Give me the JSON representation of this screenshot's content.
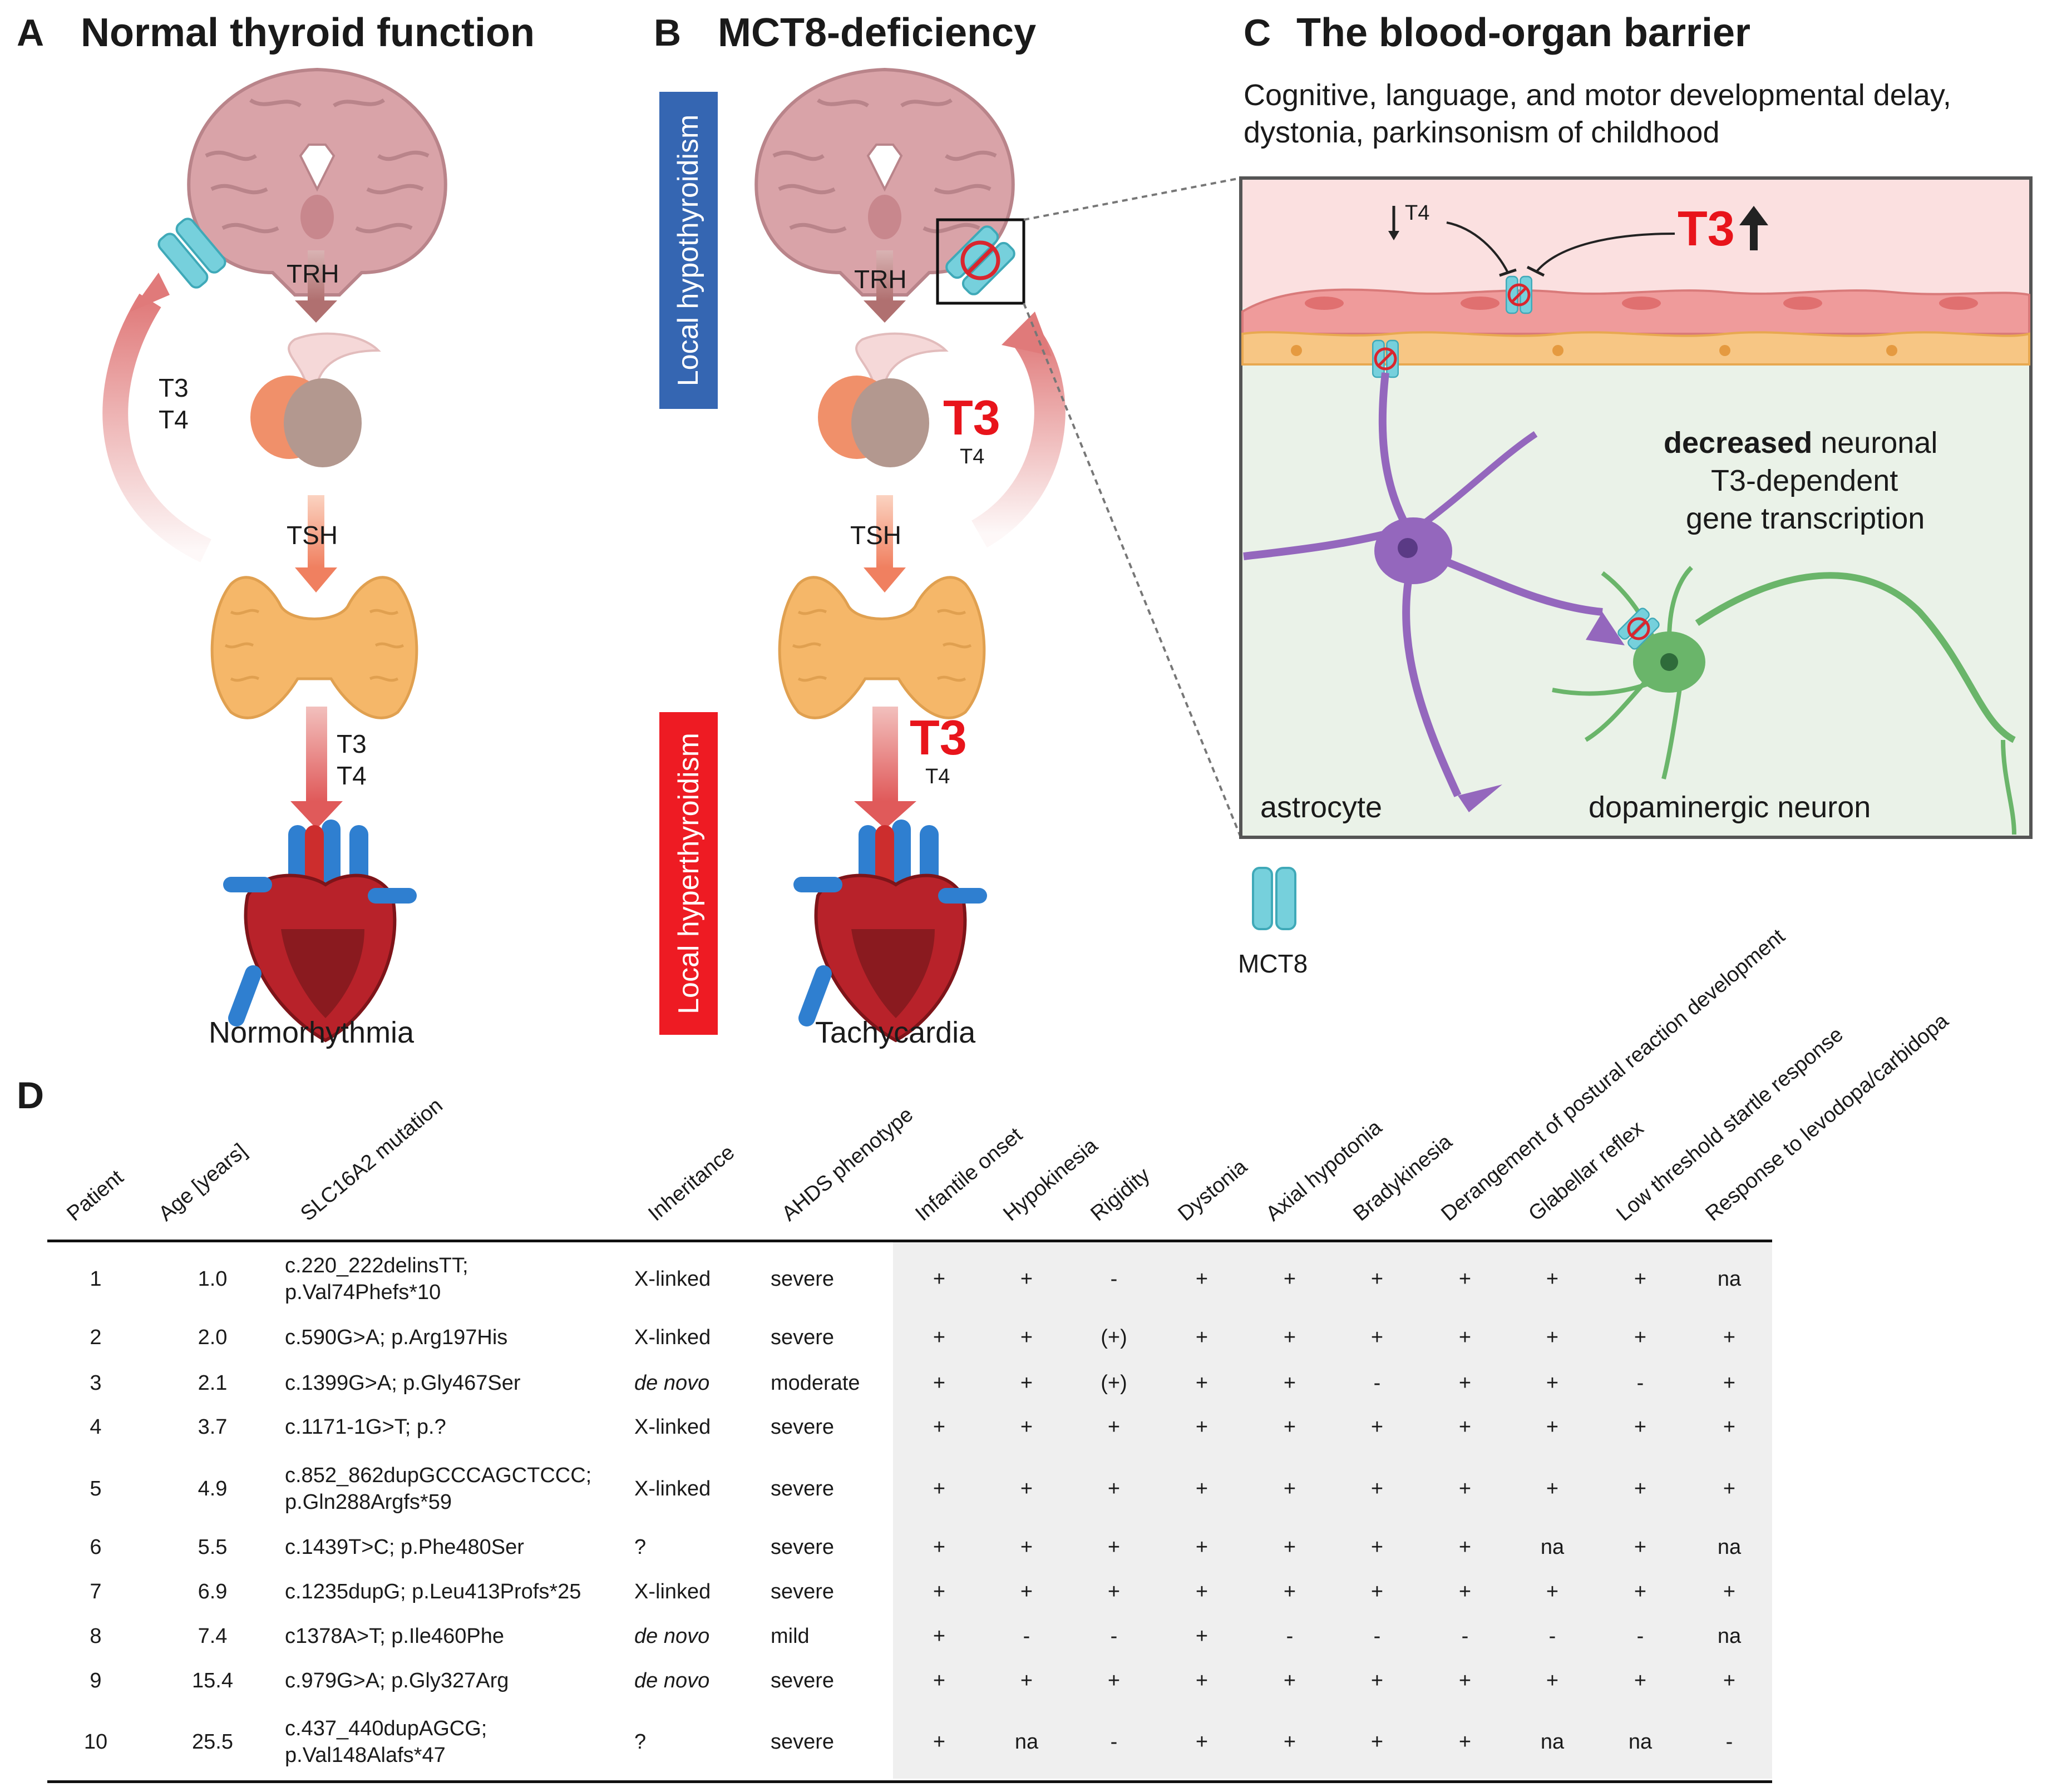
{
  "panels": {
    "a": {
      "letter": "A",
      "title": "Normal thyroid function",
      "trh": "TRH",
      "tsh": "TSH",
      "loop_t3": "T3",
      "loop_t4": "T4",
      "down_t3": "T3",
      "down_t4": "T4",
      "outcome": "Normorhythmia"
    },
    "b": {
      "letter": "B",
      "title": "MCT8-deficiency",
      "trh": "TRH",
      "tsh": "TSH",
      "loop_t3": "T3",
      "loop_t4": "T4",
      "down_t3": "T3",
      "down_t4": "T4",
      "outcome": "Tachycardia",
      "box_top": "Local hypothyroidism",
      "box_bottom": "Local hyperthyroidism",
      "box_top_color": "#3566b2",
      "box_bottom_color": "#ee1b23"
    },
    "c": {
      "letter": "C",
      "title": "The blood-organ barrier",
      "subtitle_line1": "Cognitive, language, and motor developmental delay,",
      "subtitle_line2": "dystonia, parkinsonism of childhood",
      "t4": "T4",
      "t3": "T3",
      "text_bold": "decreased",
      "text_line1_rest": " neuronal",
      "text_line2": "T3-dependent",
      "text_line3": "gene transcription",
      "astrocyte": "astrocyte",
      "neuron": "dopaminergic neuron",
      "legend": "MCT8"
    }
  },
  "table": {
    "letter": "D",
    "headers": [
      "Patient",
      "Age [years]",
      "SLC16A2 mutation",
      "Inheritance",
      "AHDS phenotype",
      "Infantile onset",
      "Hypokinesia",
      "Rigidity",
      "Dystonia",
      "Axial hypotonia",
      "Bradykinesia",
      "Derangement of postural reaction development",
      "Glabellar reflex",
      "Low threshold startle response",
      "Response to levodopa/carbidopa"
    ],
    "rows": [
      {
        "patient": "1",
        "age": "1.0",
        "mutation": [
          "c.220_222delinsTT;",
          "p.Val74Phefs*10"
        ],
        "inheritance": "X-linked",
        "italic": false,
        "phenotype": "severe",
        "signs": [
          "+",
          "+",
          "-",
          "+",
          "+",
          "+",
          "+",
          "+",
          "+",
          "na"
        ]
      },
      {
        "patient": "2",
        "age": "2.0",
        "mutation": [
          "c.590G>A; p.Arg197His"
        ],
        "inheritance": "X-linked",
        "italic": false,
        "phenotype": "severe",
        "signs": [
          "+",
          "+",
          "(+)",
          "+",
          "+",
          "+",
          "+",
          "+",
          "+",
          "+"
        ]
      },
      {
        "patient": "3",
        "age": "2.1",
        "mutation": [
          "c.1399G>A; p.Gly467Ser"
        ],
        "inheritance": "de novo",
        "italic": true,
        "phenotype": "moderate",
        "signs": [
          "+",
          "+",
          "(+)",
          "+",
          "+",
          "-",
          "+",
          "+",
          "-",
          "+"
        ]
      },
      {
        "patient": "4",
        "age": "3.7",
        "mutation": [
          "c.1171-1G>T; p.?"
        ],
        "inheritance": "X-linked",
        "italic": false,
        "phenotype": "severe",
        "signs": [
          "+",
          "+",
          "+",
          "+",
          "+",
          "+",
          "+",
          "+",
          "+",
          "+"
        ]
      },
      {
        "patient": "5",
        "age": "4.9",
        "mutation": [
          "c.852_862dupGCCCAGCTCCC;",
          "p.Gln288Argfs*59"
        ],
        "inheritance": "X-linked",
        "italic": false,
        "phenotype": "severe",
        "signs": [
          "+",
          "+",
          "+",
          "+",
          "+",
          "+",
          "+",
          "+",
          "+",
          "+"
        ]
      },
      {
        "patient": "6",
        "age": "5.5",
        "mutation": [
          "c.1439T>C; p.Phe480Ser"
        ],
        "inheritance": "?",
        "italic": false,
        "phenotype": "severe",
        "signs": [
          "+",
          "+",
          "+",
          "+",
          "+",
          "+",
          "+",
          "na",
          "+",
          "na"
        ]
      },
      {
        "patient": "7",
        "age": "6.9",
        "mutation": [
          "c.1235dupG; p.Leu413Profs*25"
        ],
        "inheritance": "X-linked",
        "italic": false,
        "phenotype": "severe",
        "signs": [
          "+",
          "+",
          "+",
          "+",
          "+",
          "+",
          "+",
          "+",
          "+",
          "+"
        ]
      },
      {
        "patient": "8",
        "age": "7.4",
        "mutation": [
          "c1378A>T; p.Ile460Phe"
        ],
        "inheritance": "de novo",
        "italic": true,
        "phenotype": "mild",
        "signs": [
          "+",
          "-",
          "-",
          "+",
          "-",
          "-",
          "-",
          "-",
          "-",
          "na"
        ]
      },
      {
        "patient": "9",
        "age": "15.4",
        "mutation": [
          "c.979G>A; p.Gly327Arg"
        ],
        "inheritance": "de novo",
        "italic": true,
        "phenotype": "severe",
        "signs": [
          "+",
          "+",
          "+",
          "+",
          "+",
          "+",
          "+",
          "+",
          "+",
          "+"
        ]
      },
      {
        "patient": "10",
        "age": "25.5",
        "mutation": [
          "c.437_440dupAGCG;",
          "p.Val148Alafs*47"
        ],
        "inheritance": "?",
        "italic": false,
        "phenotype": "severe",
        "signs": [
          "+",
          "na",
          "-",
          "+",
          "+",
          "+",
          "+",
          "na",
          "na",
          "-"
        ]
      }
    ]
  }
}
